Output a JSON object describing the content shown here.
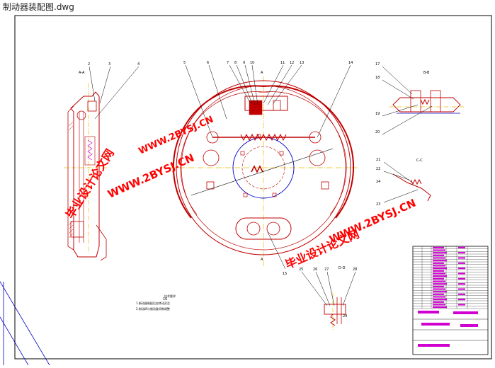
{
  "window": {
    "title": "制动器装配图.dwg"
  },
  "colors": {
    "background": "#ffffff",
    "frame": "#000000",
    "part": "#c00000",
    "centerline": "#e6c000",
    "leader": "#000000",
    "accent_magenta": "#d000d0",
    "accent_blue": "#0000c0",
    "watermark": "#ff0000"
  },
  "watermarks": [
    "毕业设计论文网",
    "WWW.2BYSJ.CN",
    "WWW.2BYSJ.CN",
    "毕业设计论文网",
    "WWW.2BYSJ.CN"
  ],
  "view_labels": {
    "section_aa": "A-A",
    "section_bb": "B-B",
    "section_cc": "C-C",
    "section_dd": "D-D",
    "cut_a_top": "A",
    "cut_a_bottom": "A"
  },
  "balloons_left": [
    "2",
    "3",
    "4"
  ],
  "balloons_main": [
    "5",
    "6",
    "7",
    "8",
    "9",
    "10",
    "11",
    "12",
    "13",
    "14",
    "15",
    "16"
  ],
  "balloons_right": [
    "17",
    "18",
    "19",
    "20",
    "21",
    "22",
    "23",
    "24"
  ],
  "balloons_bottom": [
    "25",
    "26",
    "27",
    "28",
    "29"
  ],
  "tech_notes": {
    "heading": "技术要求",
    "line1": "1.制动器装配后应转动灵活",
    "line2": "2.制动蹄与制动鼓间隙调整"
  }
}
